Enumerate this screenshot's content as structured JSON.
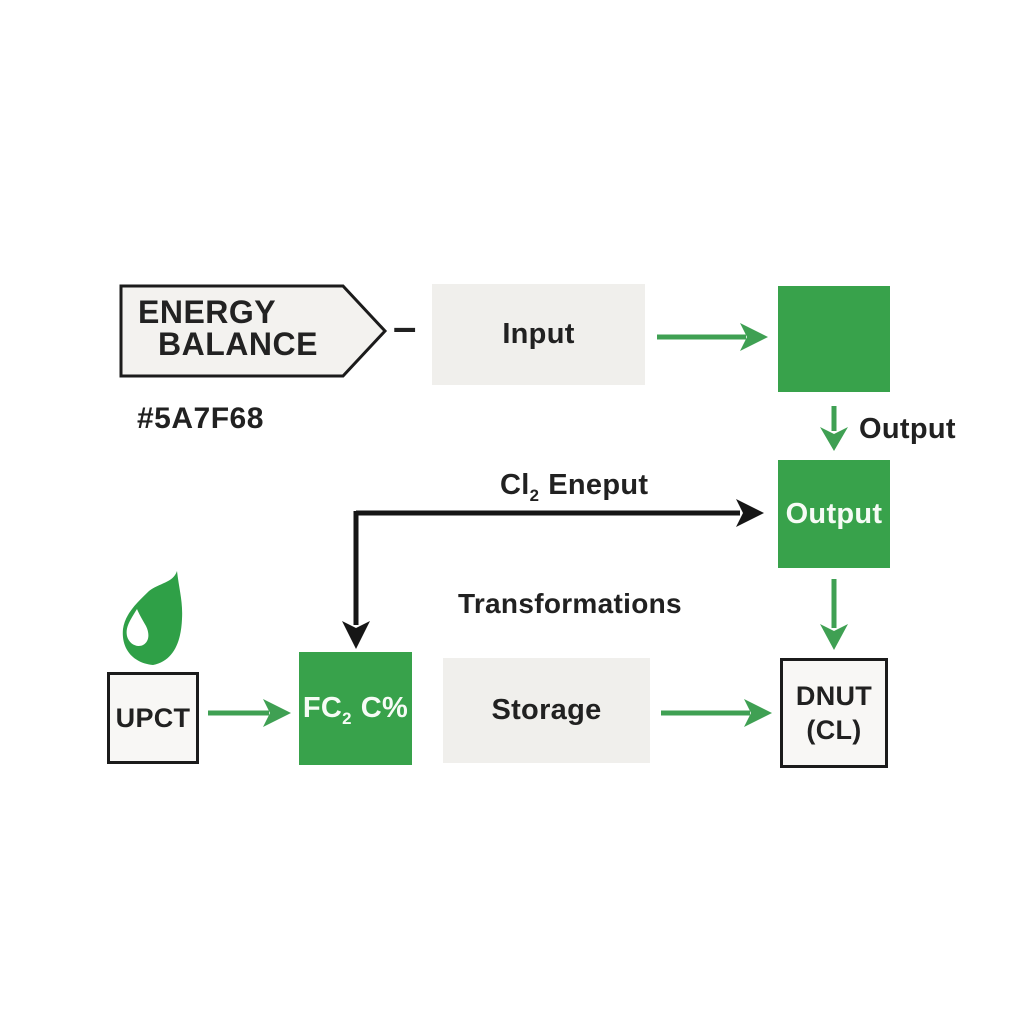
{
  "colors": {
    "page_bg": "#ffffff",
    "green_box": "#38a24b",
    "green_arrow": "#3fa053",
    "flame_green": "#2fa047",
    "black_line": "#161616",
    "light_box_bg": "#f0efec",
    "outlined_box_bg": "#f8f7f5",
    "outlined_box_border": "#1b1b1b",
    "banner_bg": "#f3f2ef",
    "banner_border": "#1b1b1b",
    "text_dark": "#212121",
    "text_light": "#f6fbf5"
  },
  "banner": {
    "title_line1": "ENERGY",
    "title_line2": "BALANCE",
    "color_code": "#5A7F68",
    "dash": "–"
  },
  "flow": {
    "input_label": "Input",
    "output_arrow_label": "Output",
    "output_box_label": "Output",
    "upct_label": "UPCT",
    "fc_main": "FC",
    "fc_sub": "2",
    "fc_rest": "C%",
    "storage_label": "Storage",
    "dnut_line1": "DNUT",
    "dnut_line2": "(CL)",
    "cl_main": "Cl",
    "cl_sub": "2",
    "cl_rest": "Eneput",
    "transformations_label": "Transformations"
  }
}
